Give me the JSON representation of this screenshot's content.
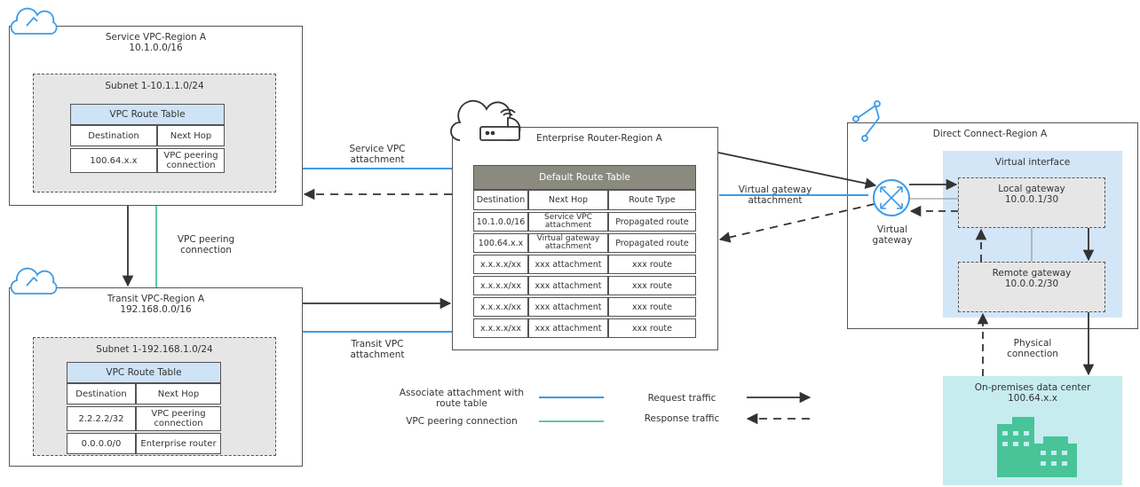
{
  "service_vpc": {
    "title": "Service VPC-Region A",
    "cidr": "10.1.0.0/16",
    "subnet": "Subnet 1-10.1.1.0/24",
    "route_table": {
      "title": "VPC Route Table",
      "headers": [
        "Destination",
        "Next Hop"
      ],
      "rows": [
        [
          "100.64.x.x",
          "VPC peering connection"
        ]
      ]
    }
  },
  "transit_vpc": {
    "title": "Transit VPC-Region A",
    "cidr": "192.168.0.0/16",
    "subnet": "Subnet 1-192.168.1.0/24",
    "route_table": {
      "title": "VPC Route Table",
      "headers": [
        "Destination",
        "Next Hop"
      ],
      "rows": [
        [
          "2.2.2.2/32",
          "VPC peering connection"
        ],
        [
          "0.0.0.0/0",
          "Enterprise router"
        ]
      ]
    }
  },
  "enterprise_router": {
    "title": "Enterprise Router-Region A",
    "route_table": {
      "title": "Default Route Table",
      "headers": [
        "Destination",
        "Next Hop",
        "Route Type"
      ],
      "rows": [
        [
          "10.1.0.0/16",
          "Service VPC attachment",
          "Propagated route"
        ],
        [
          "100.64.x.x",
          "Virtual gateway attachment",
          "Propagated route"
        ],
        [
          "x.x.x.x/xx",
          "xxx attachment",
          "xxx route"
        ],
        [
          "x.x.x.x/xx",
          "xxx attachment",
          "xxx route"
        ],
        [
          "x.x.x.x/xx",
          "xxx attachment",
          "xxx route"
        ],
        [
          "x.x.x.x/xx",
          "xxx attachment",
          "xxx route"
        ]
      ]
    }
  },
  "direct_connect": {
    "title": "Direct Connect-Region A",
    "virtual_interface": "Virtual interface",
    "local_gateway": {
      "name": "Local gateway",
      "ip": "10.0.0.1/30"
    },
    "remote_gateway": {
      "name": "Remote gateway",
      "ip": "10.0.0.2/30"
    },
    "virtual_gateway": "Virtual gateway"
  },
  "datacenter": {
    "title": "On-premises data center",
    "cidr": "100.64.x.x"
  },
  "labels": {
    "service_vpc_attachment": "Service VPC attachment",
    "transit_vpc_attachment": "Transit VPC attachment",
    "vpc_peering_connection": "VPC peering connection",
    "virtual_gateway_attachment": "Virtual gateway attachment",
    "physical_connection": "Physical connection"
  },
  "legend": {
    "associate": "Associate attachment with route table",
    "peering": "VPC peering connection",
    "request": "Request traffic",
    "response": "Response traffic"
  },
  "colors": {
    "association_line": "#3c9be8",
    "peering_line": "#5fcaa8",
    "traffic_line": "#333333",
    "virtual_interface_bg": "#d3e6f8",
    "datacenter_bg": "#c6ecf0",
    "table_header": "#cfe3f7",
    "er_table_header": "#8a8a7f",
    "building": "#48c498"
  }
}
